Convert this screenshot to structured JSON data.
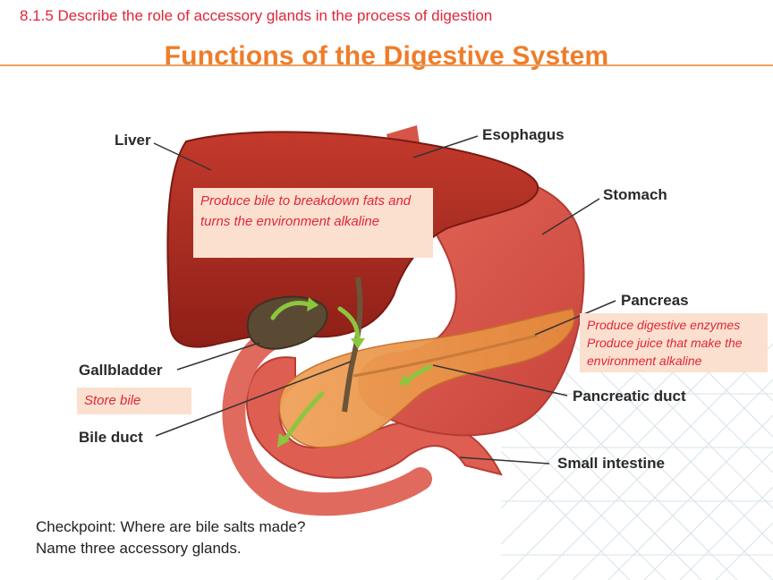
{
  "header": {
    "objective": "8.1.5 Describe the role of accessory glands in the process of digestion",
    "title": "Functions of the Digestive System"
  },
  "diagram_labels": {
    "liver": "Liver",
    "esophagus": "Esophagus",
    "stomach": "Stomach",
    "pancreas": "Pancreas",
    "gallbladder": "Gallbladder",
    "pancreatic_duct": "Pancreatic duct",
    "bile_duct": "Bile duct",
    "small_intestine": "Small intestine"
  },
  "notes": {
    "liver": "Produce bile to breakdown fats and turns the environment alkaline",
    "pancreas_line1": "Produce digestive enzymes",
    "pancreas_line2": "Produce juice that make the environment alkaline",
    "gallbladder": "Store bile"
  },
  "checkpoint": {
    "line1": "Checkpoint: Where are bile salts made?",
    "line2": "Name three accessory glands."
  },
  "colors": {
    "objective": "#e0263a",
    "title": "#ee7d2a",
    "note_bg": "#fbe0cf",
    "note_text": "#e0263a"
  }
}
